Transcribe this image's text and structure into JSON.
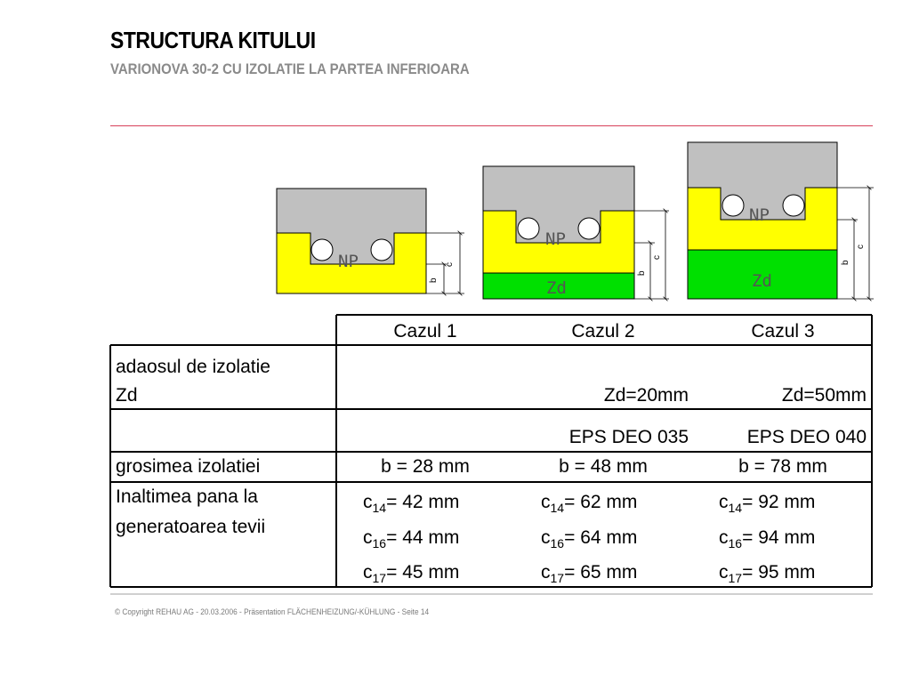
{
  "header": {
    "title": "STRUCTURA KITULUI",
    "subtitle": "VARIONOVA 30-2 CU IZOLATIE LA PARTEA INFERIOARA"
  },
  "diagram": {
    "np_label": "NP",
    "zd_label": "Zd",
    "dim_b": "b",
    "dim_c": "c",
    "colors": {
      "screed": "#c0c0c0",
      "np_panel": "#ffff00",
      "insulation": "#00e000",
      "pipe": "#ffffff"
    }
  },
  "table": {
    "columns": [
      "Cazul 1",
      "Cazul 2",
      "Cazul 3"
    ],
    "rows": {
      "insulation": {
        "label_line1": "adaosul de izolatie",
        "label_line2": "Zd",
        "values": [
          "",
          "Zd=20mm",
          "Zd=50mm"
        ]
      },
      "material": {
        "label": "",
        "values": [
          "",
          "EPS DEO 035",
          "EPS DEO 040"
        ]
      },
      "thickness": {
        "label": "grosimea izolatiei",
        "values": [
          "b = 28 mm",
          "b = 48 mm",
          "b = 78 mm"
        ]
      },
      "height": {
        "label_line1": "Inaltimea pana la",
        "label_line2": "generatoarea tevii",
        "prefix": "c",
        "suffix": "= ",
        "sub": [
          "14",
          "16",
          "17"
        ],
        "values": [
          [
            "42 mm",
            "44 mm",
            "45 mm"
          ],
          [
            "62 mm",
            "64 mm",
            "65 mm"
          ],
          [
            "92 mm",
            "94 mm",
            "95 mm"
          ]
        ]
      }
    }
  },
  "footer": {
    "text": "© Copyright REHAU AG  -  20.03.2006 - Präsentation FLÄCHENHEIZUNG/-KÜHLUNG - Seite 14"
  }
}
